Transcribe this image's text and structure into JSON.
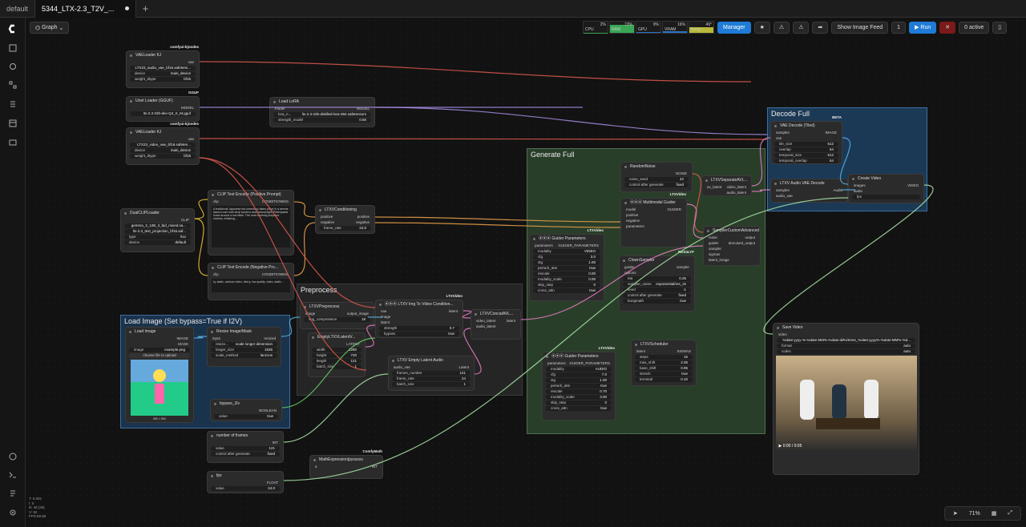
{
  "window_tabs": [
    {
      "label": "default",
      "active": false
    },
    {
      "label": "5344_LTX-2.3_T2V_...",
      "active": true,
      "modified": true
    }
  ],
  "sidebar_icons": [
    "comfy-logo-icon",
    "images-icon",
    "models-icon",
    "nodes-icon",
    "workflows-icon",
    "templates-icon",
    "queue-icon",
    "help-icon",
    "terminal-icon",
    "logs-icon",
    "settings-icon"
  ],
  "graph_label": "Graph",
  "stats": [
    {
      "label": "CPU",
      "value": "2%",
      "level": 0.02,
      "color": "#3aa655"
    },
    {
      "label": "RAM",
      "value": "73%",
      "level": 0.73,
      "color": "#3aa655"
    },
    {
      "label": "GPU",
      "value": "9%",
      "level": 0.09,
      "color": "#2a73c8"
    },
    {
      "label": "VRAM",
      "value": "16%",
      "level": 0.16,
      "color": "#2a73c8"
    },
    {
      "label": "Temp",
      "value": "49°",
      "level": 0.49,
      "color": "#b8b83a"
    }
  ],
  "toolbar": {
    "manager": "Manager",
    "show_image_feed": "Show Image Feed",
    "batch": "1",
    "run": "Run",
    "active": "0 active"
  },
  "groups": [
    {
      "title": "Decode Full",
      "color": "#1e4466",
      "border": "#3d6fa0"
    },
    {
      "title": "Generate Full",
      "color": "#2f4a2f",
      "border": "#4f6f4f"
    },
    {
      "title": "Preprocess",
      "color": "#2a2a2a",
      "border": "#3a3a3a"
    },
    {
      "title": "Load Image (Set bypass=True if I2V)",
      "color": "#1d3c5c",
      "border": "#3d6c9c"
    }
  ],
  "nodes": [
    {
      "title": "VAELoader KJ",
      "badge": "comfyui-kjnodes",
      "outputs": [
        "vae"
      ],
      "widgets": [
        [
          "",
          "LTX23_audio_vae_bf16.safetens..."
        ],
        [
          "device",
          "main_device"
        ],
        [
          "weight_dtype",
          "bf16"
        ]
      ]
    },
    {
      "title": "Unet Loader (GGUF)",
      "badge": "GGUF",
      "outputs": [
        "MODEL"
      ],
      "widgets": [
        [
          "",
          "ltx-2.3-22b-dev-Q4_K_M.gguf"
        ]
      ]
    },
    {
      "title": "Load LoRA",
      "outputs": [
        "MODEL"
      ],
      "inputs": [
        "model"
      ],
      "widgets": [
        [
          "lora_n...",
          "ltx-2.3-22b-distilled-lora-384.safetensors"
        ],
        [
          "strength_model",
          "0.50"
        ]
      ]
    },
    {
      "title": "VAELoader KJ",
      "badge": "comfyui-kjnodes",
      "outputs": [
        "vae"
      ],
      "widgets": [
        [
          "",
          "LTX23_video_vae_bf16.safeten..."
        ],
        [
          "device",
          "main_device"
        ],
        [
          "weight_dtype",
          "bf16"
        ]
      ]
    },
    {
      "title": "DualCLIPLoader",
      "outputs": [
        "CLIP"
      ],
      "widgets": [
        [
          "",
          "gemma_3_12B_it_fpd_mixed.sa..."
        ],
        [
          "",
          "ltx-2.3_text_projection_bf16.saf..."
        ],
        [
          "type",
          "ltxv"
        ],
        [
          "device",
          "default"
        ]
      ]
    },
    {
      "title": "CLIP Text Encode (Positive Prompt)",
      "inputs": [
        "clip"
      ],
      "outputs": [
        "CONDITIONING"
      ],
      "text": "A traditional Japanese tea ceremony takes place in a serene tatami room with shoji screens and natural light. Participants kneel around a low table. The host carefully prepares matcha, whisking..."
    },
    {
      "title": "CLIP Text Encode (Negative Pro...",
      "inputs": [
        "clip"
      ],
      "outputs": [
        "CONDITIONING"
      ],
      "text": "lq, static, cartoon video, blurry, low quality, video, static..."
    },
    {
      "title": "LTXVConditioning",
      "inputs": [
        "positive",
        "negative"
      ],
      "outputs": [
        "positive",
        "negative"
      ],
      "widgets": [
        [
          "frame_rate",
          "24.0"
        ]
      ]
    },
    {
      "title": "Load Image",
      "outputs": [
        "IMAGE",
        "MASK"
      ],
      "widgets": [
        [
          "image",
          "example.png"
        ]
      ],
      "upload": "choose file to upload",
      "size": "560 × 560"
    },
    {
      "title": "Resize Image/Mask",
      "inputs": [
        "input"
      ],
      "outputs": [
        "resized"
      ],
      "widgets": [
        [
          "resize...",
          "scale longer dimension"
        ],
        [
          "longer_size",
          "1536"
        ],
        [
          "scale_method",
          "lanczos"
        ]
      ]
    },
    {
      "title": "bypass_i2v",
      "outputs": [
        "BOOLEAN"
      ],
      "widgets": [
        [
          "value",
          "true"
        ]
      ]
    },
    {
      "title": "LTXVPreprocess",
      "inputs": [
        "image"
      ],
      "outputs": [
        "output_image"
      ],
      "widgets": [
        [
          "img_compression",
          "18"
        ]
      ]
    },
    {
      "title": "EmptyLTXVLatentV...",
      "outputs": [
        "LATENT"
      ],
      "widgets": [
        [
          "width",
          "1280"
        ],
        [
          "height",
          "720"
        ],
        [
          "length",
          "121"
        ],
        [
          "batch_size",
          "1"
        ]
      ]
    },
    {
      "title": "⦿⦿⦿ LTXV Img To Video Condition...",
      "badge": "LTXVideo",
      "inputs": [
        "vae",
        "image",
        "latent"
      ],
      "outputs": [
        "latent"
      ],
      "widgets": [
        [
          "strength",
          "0.7"
        ],
        [
          "bypass",
          "true"
        ]
      ]
    },
    {
      "title": "LTXV Empty Latent Audio",
      "inputs": [
        "audio_vae"
      ],
      "outputs": [
        "Latent"
      ],
      "widgets": [
        [
          "frames_number",
          "121"
        ],
        [
          "frame_rate",
          "24"
        ],
        [
          "batch_size",
          "1"
        ]
      ]
    },
    {
      "title": "LTXVConcatAVL...",
      "inputs": [
        "video_latent",
        "audio_latent"
      ],
      "outputs": [
        "latent"
      ]
    },
    {
      "title": "number of frames",
      "outputs": [
        "INT"
      ],
      "widgets": [
        [
          "value",
          "121"
        ],
        [
          "control after generate",
          "fixed"
        ]
      ]
    },
    {
      "title": "MathExpression|pysssss",
      "badge": "ComfyMath",
      "inputs": [
        "a"
      ],
      "outputs": [
        "INT"
      ]
    },
    {
      "title": "fps",
      "outputs": [
        "FLOAT"
      ],
      "widgets": [
        [
          "value",
          "24.0"
        ]
      ]
    },
    {
      "title": "RandomNoise",
      "outputs": [
        "NOISE"
      ],
      "widgets": [
        [
          "noise_seed",
          "42"
        ],
        [
          "control after generate",
          "fixed"
        ]
      ]
    },
    {
      "title": "⦿⦿⦿ Multimodal Guider",
      "badge": "LTXVideo",
      "inputs": [
        "model",
        "positive",
        "negative",
        "parameters"
      ],
      "outputs": [
        "GUIDER"
      ]
    },
    {
      "title": "⦿⦿⦿ Guider Parameters",
      "badge": "LTXVideo",
      "inputs": [
        "parameters"
      ],
      "outputs": [
        "GUIDER_PARAMETERS"
      ],
      "widgets": [
        [
          "modality",
          "VIDEO"
        ],
        [
          "cfg",
          "3.0"
        ],
        [
          "stg",
          "1.00"
        ],
        [
          "perturb_attn",
          "true"
        ],
        [
          "rescale",
          "0.00"
        ],
        [
          "modality_scale",
          "0.00"
        ],
        [
          "skip_step",
          "0"
        ],
        [
          "cross_attn",
          "true"
        ]
      ]
    },
    {
      "title": "⦿⦿⦿ Guider Parameters",
      "badge": "LTXVideo",
      "inputs": [
        "parameters"
      ],
      "outputs": [
        "GUIDER_PARAMETERS"
      ],
      "widgets": [
        [
          "modality",
          "AUDIO"
        ],
        [
          "cfg",
          "7.0"
        ],
        [
          "stg",
          "1.00"
        ],
        [
          "perturb_attn",
          "true"
        ],
        [
          "rescale",
          "0.70"
        ],
        [
          "modality_scale",
          "3.00"
        ],
        [
          "skip_step",
          "0"
        ],
        [
          "cross_attn",
          "true"
        ]
      ]
    },
    {
      "title": "ClownSampler",
      "badge": "RES4LYF",
      "inputs": [
        "guider",
        "options"
      ],
      "outputs": [
        "sampler"
      ],
      "widgets": [
        [
          "eta",
          "0.25"
        ],
        [
          "sampler_name",
          "exponential/res_2s"
        ],
        [
          "seed",
          "-1"
        ],
        [
          "control after generate",
          "fixed"
        ],
        [
          "bongmath",
          "true"
        ]
      ]
    },
    {
      "title": "LTXVScheduler",
      "inputs": [
        "latent"
      ],
      "outputs": [
        "SIGMAS"
      ],
      "widgets": [
        [
          "steps",
          "15"
        ],
        [
          "max_shift",
          "2.05"
        ],
        [
          "base_shift",
          "0.95"
        ],
        [
          "stretch",
          "true"
        ],
        [
          "terminal",
          "0.10"
        ]
      ]
    },
    {
      "title": "SamplerCustomAdvanced",
      "inputs": [
        "noise",
        "guider",
        "sampler",
        "sigmas",
        "latent_image"
      ],
      "outputs": [
        "output",
        "denoised_output"
      ]
    },
    {
      "title": "LTXVSeparateAVL...",
      "inputs": [
        "av_latent"
      ],
      "outputs": [
        "video_latent",
        "audio_latent"
      ]
    },
    {
      "title": "VAE Decode (Tiled)",
      "badge": "BETA",
      "inputs": [
        "samples",
        "vae"
      ],
      "outputs": [
        "IMAGE"
      ],
      "widgets": [
        [
          "tile_size",
          "512"
        ],
        [
          "overlap",
          "64"
        ],
        [
          "temporal_size",
          "512"
        ],
        [
          "temporal_overlap",
          "64"
        ]
      ]
    },
    {
      "title": "LTXV Audio VAE Decode",
      "inputs": [
        "samples",
        "audio_vae"
      ],
      "outputs": [
        "Audio"
      ]
    },
    {
      "title": "Create Video",
      "inputs": [
        "images",
        "audio"
      ],
      "outputs": [
        "VIDEO"
      ],
      "widgets": [
        [
          "fps",
          ""
        ]
      ]
    },
    {
      "title": "Save Video",
      "inputs": [
        "video"
      ],
      "widgets": [
        [
          "",
          "%date:yyyy-%-%date:MM%-%date:dd%/5344_%date:yyyy%-%date:MM%-%d..."
        ],
        [
          "format",
          "auto"
        ],
        [
          "codec",
          "auto"
        ]
      ],
      "video_time": "0:00 / 0:05"
    }
  ],
  "footer": {
    "lines": [
      "T: 0.00s",
      "I: 0",
      "N: 46 [46]",
      "V: 92",
      "FPS:59.88"
    ]
  },
  "zoom": "71%"
}
